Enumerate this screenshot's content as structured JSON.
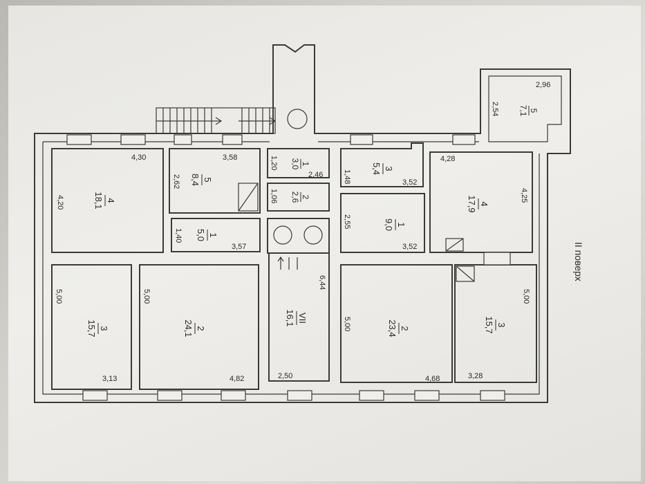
{
  "floor_label": "II поверх",
  "rooms": [
    {
      "id": "r1",
      "num": "4",
      "area": "18,1",
      "dims": [
        "4,30",
        "4,20"
      ]
    },
    {
      "id": "r2",
      "num": "5",
      "area": "8,4",
      "dims": [
        "3,58",
        "2,62"
      ]
    },
    {
      "id": "r3",
      "num": "1",
      "area": "3,0",
      "dims": [
        "1,20",
        "2,46"
      ]
    },
    {
      "id": "r4",
      "num": "2",
      "area": "2,6",
      "dims": [
        "1,06"
      ]
    },
    {
      "id": "r5",
      "num": "3",
      "area": "5,4",
      "dims": [
        "1,48",
        "3,52"
      ]
    },
    {
      "id": "r6",
      "num": "4",
      "area": "17,9",
      "dims": [
        "4,28",
        "4,25"
      ]
    },
    {
      "id": "r7",
      "num": "5",
      "area": "7,1",
      "dims": [
        "2,96",
        "2,54"
      ]
    },
    {
      "id": "r8",
      "num": "1",
      "area": "5,0",
      "dims": [
        "1,40",
        "3,57"
      ]
    },
    {
      "id": "r9",
      "num": "1",
      "area": "9,0",
      "dims": [
        "2,55",
        "3,52"
      ]
    },
    {
      "id": "r10",
      "num": "3",
      "area": "15,7",
      "dims": [
        "5,00",
        "3,13"
      ]
    },
    {
      "id": "r11",
      "num": "2",
      "area": "24,1",
      "dims": [
        "5,00",
        "4,82"
      ]
    },
    {
      "id": "r12",
      "num": "VII",
      "area": "16,1",
      "dims": [
        "6,44",
        "2,50"
      ]
    },
    {
      "id": "r13",
      "num": "2",
      "area": "23,4",
      "dims": [
        "5,00",
        "4,68"
      ]
    },
    {
      "id": "r14",
      "num": "3",
      "area": "15,7",
      "dims": [
        "5,00",
        "3,28"
      ]
    }
  ]
}
